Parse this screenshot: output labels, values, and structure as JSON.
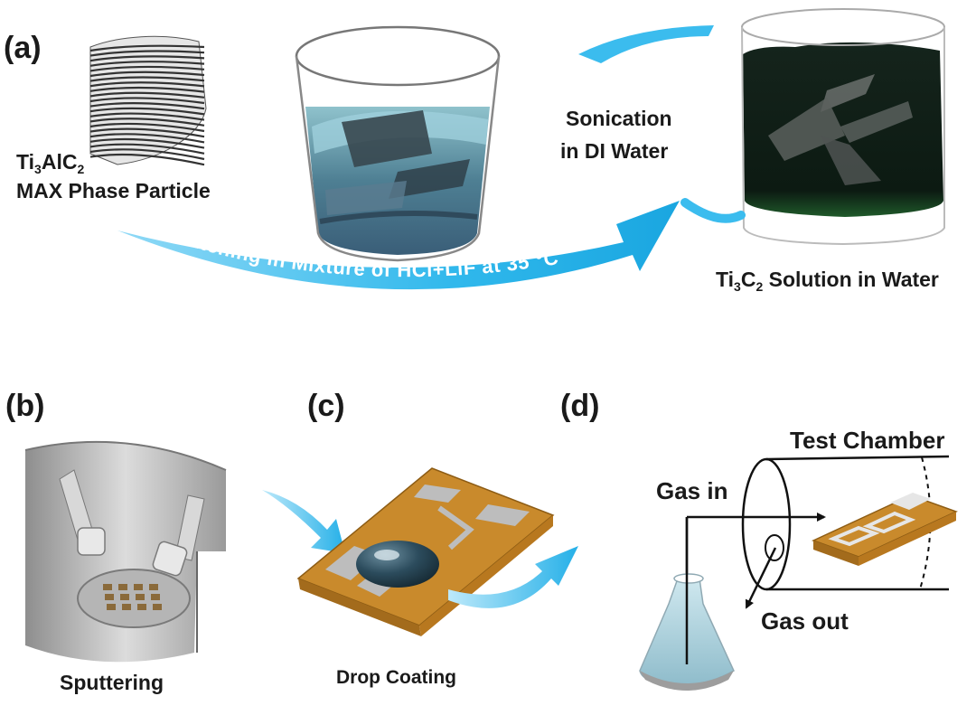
{
  "panels": {
    "a": "(a)",
    "b": "(b)",
    "c": "(c)",
    "d": "(d)"
  },
  "step_a": {
    "max_phase": {
      "main": "Ti",
      "sub1": "3",
      "mid": "AlC",
      "sub2": "2",
      "line2": "MAX Phase Particle"
    },
    "etching_label": "Etching in Mixture of HCl+LiF at 35 °C",
    "sonication_line1": "Sonication",
    "sonication_line2": "in DI Water",
    "solution": {
      "main": "Ti",
      "sub1": "3",
      "mid": "C",
      "sub2": "2",
      "rest": " Solution in Water"
    }
  },
  "step_b": {
    "caption": "Sputtering"
  },
  "step_c": {
    "caption": "Drop Coating"
  },
  "step_d": {
    "test_chamber": "Test Chamber",
    "gas_in": "Gas in",
    "gas_out": "Gas out"
  },
  "colors": {
    "arrow_blue": "#2fb8ec",
    "substrate": "#c98a2c",
    "electrode": "#b9b9b9",
    "solution_dark": "#0e1f16",
    "liquid_blue": "#a9d3de"
  }
}
